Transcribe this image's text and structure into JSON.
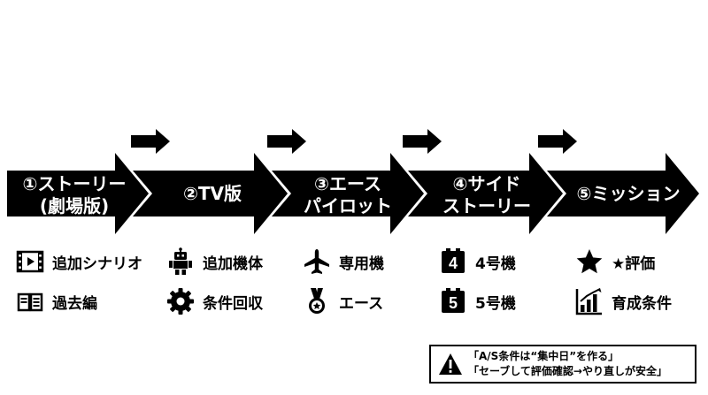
{
  "steps": [
    {
      "lines": [
        "①ストーリー",
        "(劇場版)"
      ]
    },
    {
      "lines": [
        "②TV版"
      ]
    },
    {
      "lines": [
        "③エース",
        "パイロット"
      ]
    },
    {
      "lines": [
        "④サイド",
        "ストーリー"
      ]
    },
    {
      "lines": [
        "⑤ミッション"
      ]
    }
  ],
  "legend": [
    {
      "icon": "film-icon",
      "label": "追加シナリオ"
    },
    {
      "icon": "book-icon",
      "label": "過去編"
    },
    {
      "icon": "robot-icon",
      "label": "追加機体"
    },
    {
      "icon": "gear-icon",
      "label": "条件回収"
    },
    {
      "icon": "plane-icon",
      "label": "専用機"
    },
    {
      "icon": "medal-icon",
      "label": "エース"
    },
    {
      "icon": "number-4-badge-icon",
      "label": "4号機",
      "badge": "4"
    },
    {
      "icon": "number-5-badge-icon",
      "label": "5号機",
      "badge": "5"
    },
    {
      "icon": "star-icon",
      "label": "★評価"
    },
    {
      "icon": "bar-chart-icon",
      "label": "育成条件"
    }
  ],
  "note": {
    "line1": "「A/S条件は“集中日”を作る」",
    "line2": "「セーブして評価確認→やり直しが安全」"
  },
  "colors": {
    "arrow": "#000000",
    "text_on_arrow": "#ffffff"
  }
}
